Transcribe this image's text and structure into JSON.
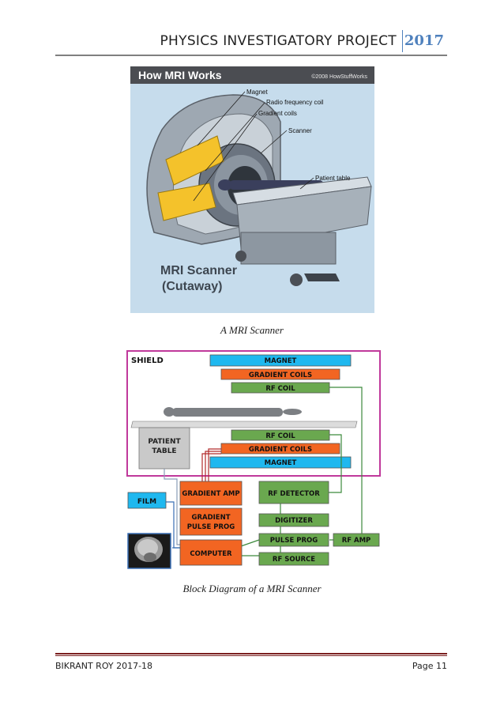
{
  "header": {
    "title": "PHYSICS INVESTIGATORY PROJECT",
    "year": "2017"
  },
  "figure1": {
    "banner": "How MRI Works",
    "credit": "©2008 HowStuffWorks",
    "labels": [
      "Magnet",
      "Radio frequency coil",
      "Gradient coils",
      "Scanner",
      "Patient table"
    ],
    "subtitle_line1": "MRI Scanner",
    "subtitle_line2": "(Cutaway)",
    "caption": "A MRI Scanner"
  },
  "figure2": {
    "shield": "SHIELD",
    "top_magnet": "MAGNET",
    "top_gradient": "GRADIENT COILS",
    "top_rf": "RF COIL",
    "bottom_rf": "RF COIL",
    "bottom_gradient": "GRADIENT COILS",
    "bottom_magnet": "MAGNET",
    "patient_table_line1": "PATIENT",
    "patient_table_line2": "TABLE",
    "film": "FILM",
    "gradient_amp": "GRADIENT AMP",
    "gradient_pulse_line1": "GRADIENT",
    "gradient_pulse_line2": "PULSE PROG",
    "computer": "COMPUTER",
    "rf_detector": "RF DETECTOR",
    "digitizer": "DIGITIZER",
    "pulse_prog": "PULSE PROG",
    "rf_source": "RF SOURCE",
    "rf_amp": "RF AMP",
    "caption": "Block Diagram of a MRI Scanner"
  },
  "footer": {
    "left": "BIKRANT ROY 2017-18",
    "right": "Page 11"
  },
  "colors": {
    "accent_blue": "#4f81bd",
    "magnet_blue": "#1fb8ef",
    "gradient_orange": "#f26522",
    "rf_green": "#6aa84f",
    "shield_magenta": "#c0399b",
    "footer_rule": "#7a1f1f"
  }
}
